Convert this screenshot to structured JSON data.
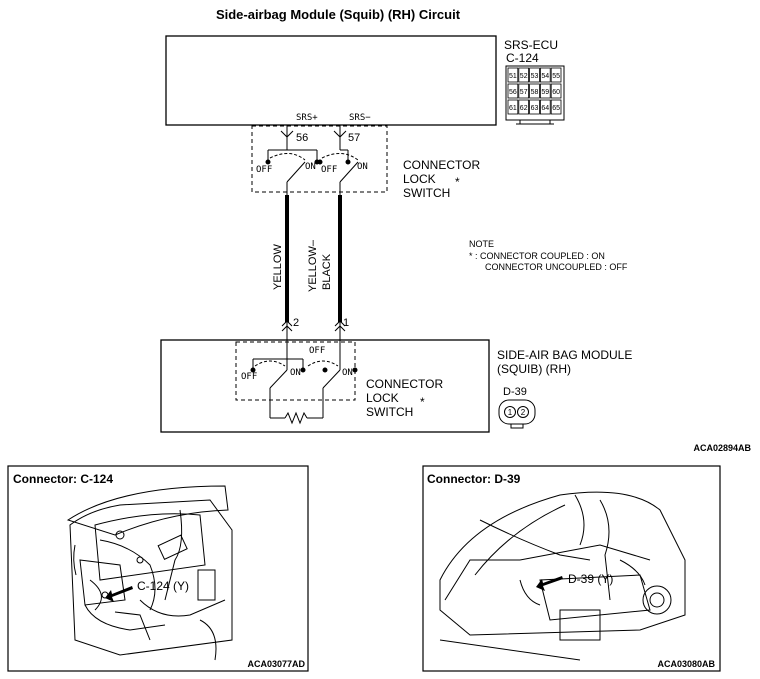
{
  "title": "Side-airbag Module (Squib) (RH) Circuit",
  "ecu": {
    "name": "SRS-ECU",
    "connector": "C-124",
    "pins": [
      [
        "51",
        "52",
        "53",
        "54",
        "55"
      ],
      [
        "56",
        "57",
        "58",
        "59",
        "60"
      ],
      [
        "61",
        "62",
        "63",
        "64",
        "65"
      ]
    ],
    "terminal_plus": {
      "label": "SRS+",
      "pin": "56"
    },
    "terminal_minus": {
      "label": "SRS−",
      "pin": "57"
    }
  },
  "upper_switch": {
    "label_lines": [
      "CONNECTOR",
      "LOCK",
      "SWITCH"
    ],
    "asterisk": "*",
    "states": [
      "OFF",
      "ON",
      "OFF",
      "ON"
    ]
  },
  "wires": [
    {
      "color_label": "YELLOW"
    },
    {
      "color_label_lines": [
        "YELLOW–",
        "BLACK"
      ]
    }
  ],
  "module": {
    "name_lines": [
      "SIDE-AIR BAG MODULE",
      "(SQUIB) (RH)"
    ],
    "connector": "D-39",
    "pins": [
      "1",
      "2"
    ],
    "terminal_left": "2",
    "terminal_right": "1",
    "switch_label_lines": [
      "CONNECTOR",
      "LOCK",
      "SWITCH"
    ],
    "asterisk": "*",
    "states": [
      "OFF",
      "OFF",
      "ON",
      "ON"
    ]
  },
  "note": {
    "title": "NOTE",
    "lines": [
      "* : CONNECTOR COUPLED : ON",
      "CONNECTOR UNCOUPLED : OFF"
    ]
  },
  "diagram_code": "ACA02894AB",
  "panels": [
    {
      "title": "Connector: C-124",
      "callout": "C-124 (Y)",
      "code": "ACA03077AD"
    },
    {
      "title": "Connector: D-39",
      "callout": "D-39 (Y)",
      "code": "ACA03080AB"
    }
  ]
}
